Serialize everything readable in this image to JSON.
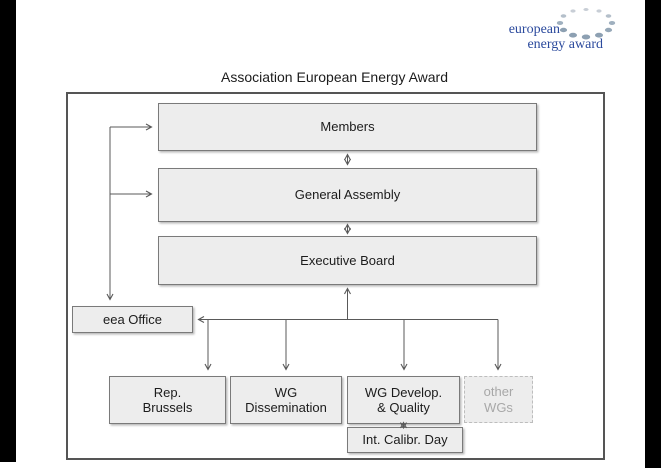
{
  "logo": {
    "line1": "european",
    "line2": "energy award",
    "text_color": "#2b4a9d",
    "dots_color_dark": "#8da0b2",
    "dots_color_light": "#c8ced6"
  },
  "title": "Association European Energy Award",
  "diagram": {
    "boxes": {
      "members": {
        "label": "Members"
      },
      "general_assembly": {
        "label": "General Assembly"
      },
      "executive_board": {
        "label": "Executive Board"
      },
      "eea_office": {
        "label": "eea Office"
      },
      "rep_brussels": {
        "line1": "Rep.",
        "line2": "Brussels"
      },
      "wg_dissemination": {
        "line1": "WG",
        "line2": "Dissemination"
      },
      "wg_develop_quality": {
        "line1": "WG Develop.",
        "line2": "& Quality"
      },
      "other_wgs": {
        "line1": "other",
        "line2": "WGs"
      },
      "int_calibr_day": {
        "label": "Int. Calibr. Day"
      }
    },
    "colors": {
      "box_fill": "#ededed",
      "box_border": "#7a7a7a",
      "frame_border": "#555555",
      "connector": "#595959",
      "muted_text": "#a8a8a8"
    }
  }
}
